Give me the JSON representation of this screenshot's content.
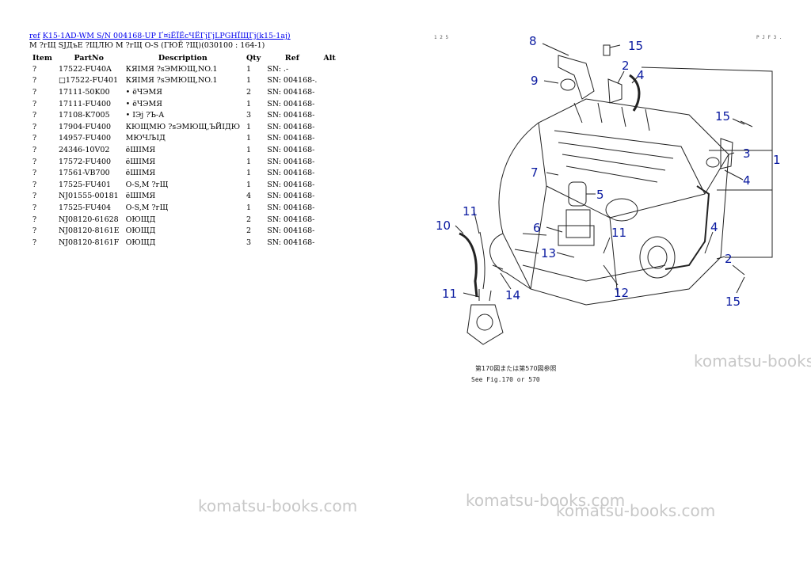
{
  "header": {
    "ref_link": "ref",
    "model_link": "K15-1AD-WM S/N 004168-UP Ґ¤іЁЇЁсЧЁГјГјLPGНЇЩГј(k15-1aj)",
    "section_title": "М ?гЩ SJДъЕ ?ЩЛЮ М ?гЩ О-S (ГЮЁ ?Щ)(030100 : 164-1)"
  },
  "table": {
    "headers": [
      "Item",
      "PartNo",
      "Description",
      "Qty",
      "Ref",
      "Alt"
    ],
    "rows": [
      [
        "?",
        "17522-FU40A",
        "КЯIМЯ ?sЭМЮЩ,NO.1",
        "1",
        "SN: .-",
        ""
      ],
      [
        "?",
        "□17522-FU401",
        "КЯIМЯ ?sЭМЮЩ,NO.1",
        "1",
        "SN: 004168-.",
        ""
      ],
      [
        "?",
        "17111-50K00",
        "• ёЧЭМЯ",
        "2",
        "SN: 004168-",
        ""
      ],
      [
        "?",
        "17111-FU400",
        "• ёЧЭМЯ",
        "1",
        "SN: 004168-",
        ""
      ],
      [
        "?",
        "17108-K7005",
        "• IЭj ?Ъ-А",
        "3",
        "SN: 004168-",
        ""
      ],
      [
        "?",
        "17904-FU400",
        "КЮЩМЮ ?sЭМЮЩ,ЪЙIДЮ",
        "1",
        "SN: 004168-",
        ""
      ],
      [
        "?",
        "14957-FU400",
        "МЮЧЉIД",
        "1",
        "SN: 004168-",
        ""
      ],
      [
        "?",
        "24346-10V02",
        "ёШIМЯ",
        "1",
        "SN: 004168-",
        ""
      ],
      [
        "?",
        "17572-FU400",
        "ёШIМЯ",
        "1",
        "SN: 004168-",
        ""
      ],
      [
        "?",
        "17561-VB700",
        "ёШIМЯ",
        "1",
        "SN: 004168-",
        ""
      ],
      [
        "?",
        "17525-FU401",
        "О-S,М ?гЩ",
        "1",
        "SN: 004168-",
        ""
      ],
      [
        "?",
        "NJ01555-00181",
        "ёШIМЯ",
        "4",
        "SN: 004168-",
        ""
      ],
      [
        "?",
        "17525-FU404",
        "О-S,М ?гЩ",
        "1",
        "SN: 004168-",
        ""
      ],
      [
        "?",
        "NJ08120-61628",
        "ОЮЩД",
        "2",
        "SN: 004168-",
        ""
      ],
      [
        "?",
        "NJ08120-8161E",
        "ОЮЩД",
        "2",
        "SN: 004168-",
        ""
      ],
      [
        "?",
        "NJ08120-8161F",
        "ОЮЩД",
        "3",
        "SN: 004168-",
        ""
      ]
    ]
  },
  "diagram": {
    "callouts": [
      "8",
      "15",
      "2",
      "9",
      "4",
      "15",
      "3",
      "1",
      "4",
      "7",
      "5",
      "11",
      "10",
      "6",
      "11",
      "13",
      "4",
      "2",
      "14",
      "12",
      "11",
      "15"
    ],
    "caption_jp": "第170図または第570図参照",
    "caption_en": "See Fig.170 or 570",
    "corner_left": "1 2 5",
    "corner_right": "P J F 3 ."
  },
  "watermarks": [
    "komatsu-books.com",
    "komatsu-books.com",
    "komatsu-books.com",
    "komatsu-books.com"
  ]
}
